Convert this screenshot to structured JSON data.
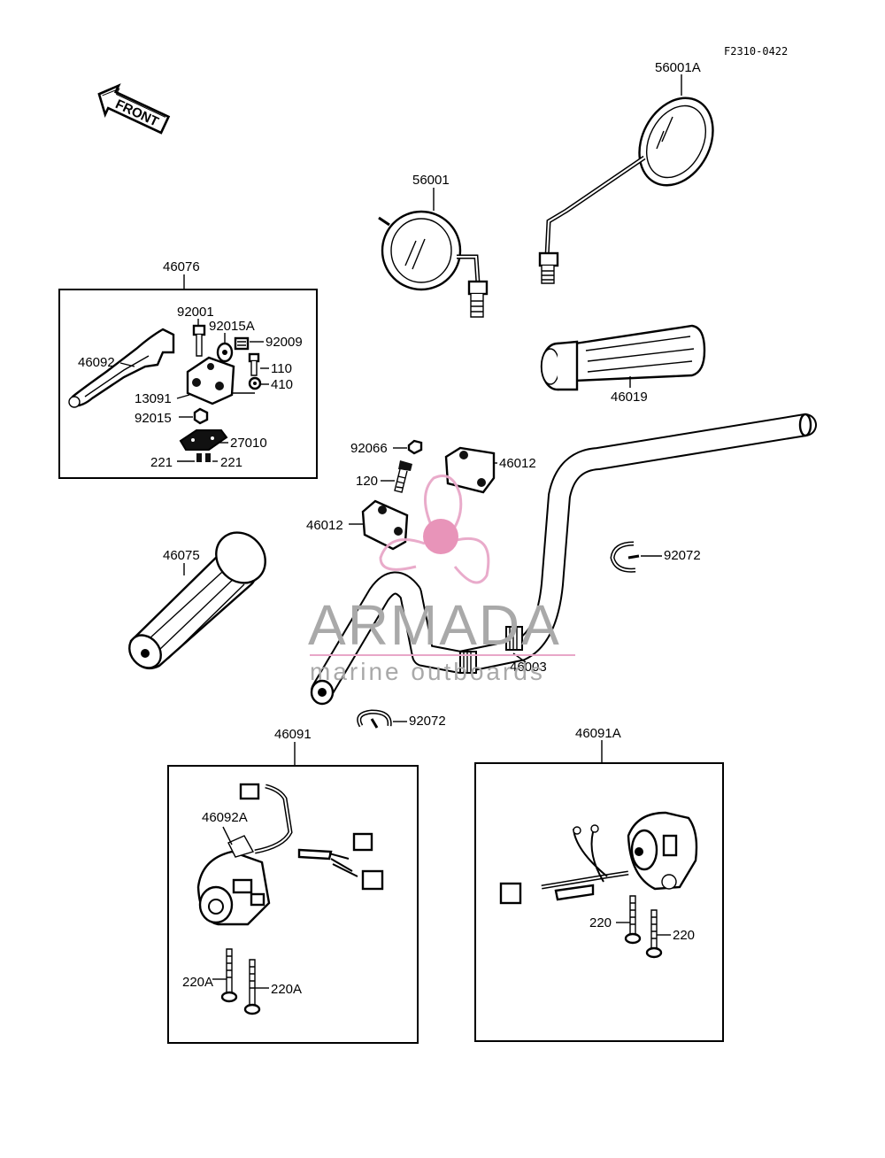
{
  "diagram_code": "F2310-0422",
  "direction_badge": "FRONT",
  "watermark": {
    "brand": "ARMADA",
    "tagline": "marine outboards"
  },
  "part_numbers": {
    "mirror_right": "56001A",
    "mirror_left": "56001",
    "lever_assembly": "46076",
    "bolt_92001": "92001",
    "nut_92015A": "92015A",
    "adjuster_92009": "92009",
    "screw_110": "110",
    "washer_410": "410",
    "lever_46092": "46092",
    "lever_holder_13091": "13091",
    "nut_92015": "92015",
    "bracket_27010": "27010",
    "screw_221_left": "221",
    "screw_221_right": "221",
    "throttle_grip": "46019",
    "washer_92066": "92066",
    "bolt_120": "120",
    "holder_upper": "46012",
    "holder_lower": "46012",
    "clip_upper": "92072",
    "clip_lower": "92072",
    "left_grip": "46075",
    "handlebar": "46003",
    "left_switch_assembly": "46091",
    "lever_46092A": "46092A",
    "screw_220A_left": "220A",
    "screw_220A_right": "220A",
    "right_switch_assembly": "46091A",
    "screw_220_left": "220",
    "screw_220_right": "220"
  },
  "colors": {
    "linework": "#000000",
    "watermark_text": "#a9a9a9",
    "watermark_logo": "#e8a7c8",
    "watermark_logo_center": "#e78fb6"
  }
}
